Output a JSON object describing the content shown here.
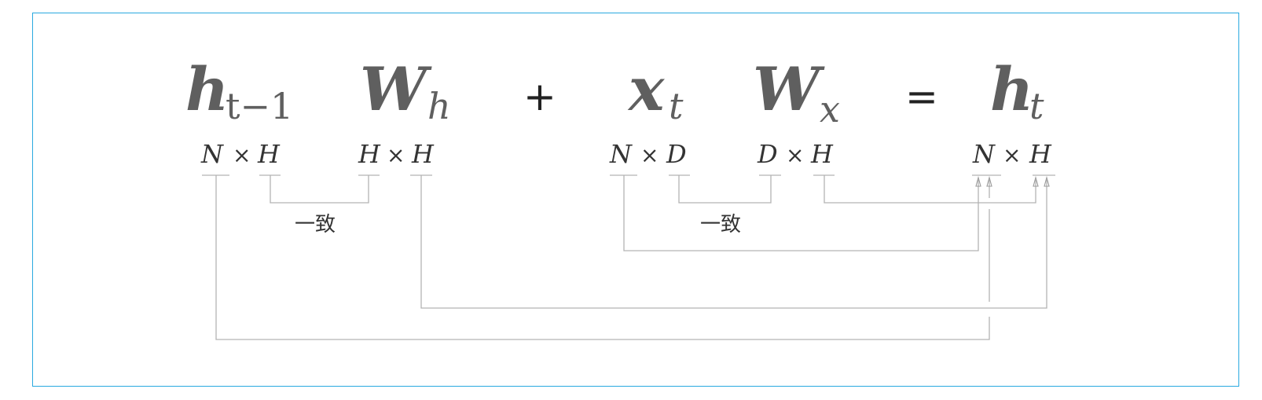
{
  "equation": {
    "h_prev": {
      "main": "h",
      "sub": "t−1"
    },
    "Wh": {
      "main": "W",
      "sub": "h"
    },
    "plus": "+",
    "x": {
      "main": "x",
      "sub": "t"
    },
    "Wx": {
      "main": "W",
      "sub": "x"
    },
    "equals": "=",
    "h": {
      "main": "h",
      "sub": "t"
    }
  },
  "shapes": {
    "h_prev": {
      "rows": "N",
      "times": "×",
      "cols": "H"
    },
    "Wh": {
      "rows": "H",
      "times": "×",
      "cols": "H"
    },
    "x": {
      "rows": "N",
      "times": "×",
      "cols": "D"
    },
    "Wx": {
      "rows": "D",
      "times": "×",
      "cols": "H"
    },
    "h": {
      "rows": "N",
      "times": "×",
      "cols": "H"
    }
  },
  "annotations": {
    "match_left": "一致",
    "match_right": "一致"
  },
  "colors": {
    "frame": "#29a9e0",
    "symbol": "#5f5f5f",
    "connector": "#b3b3b3"
  }
}
